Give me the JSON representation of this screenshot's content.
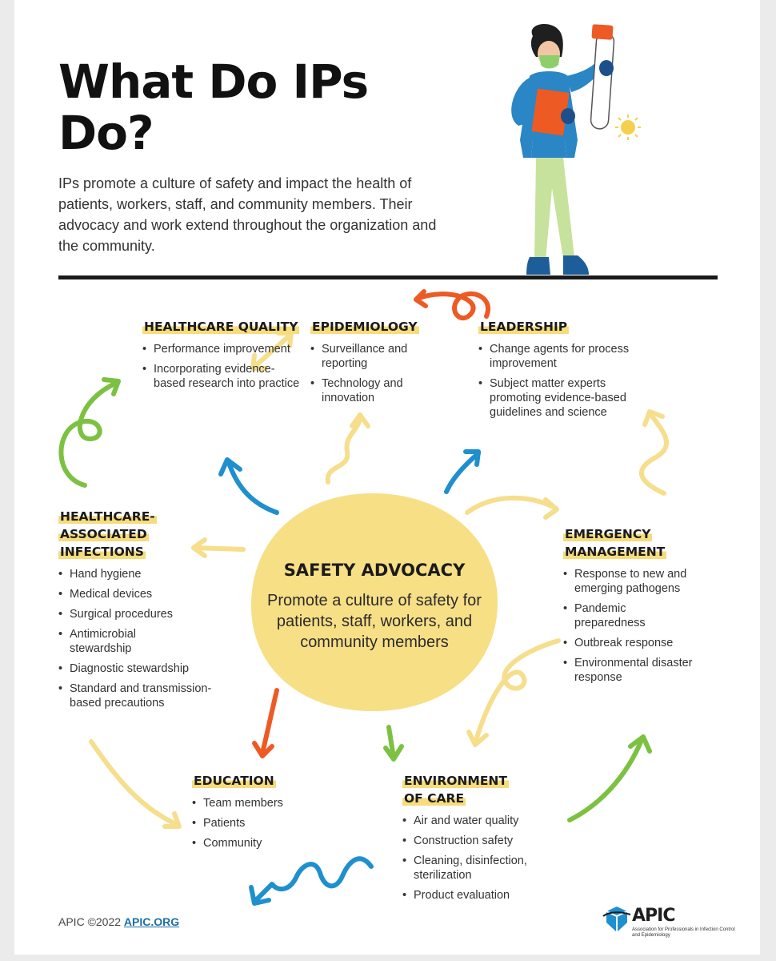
{
  "title": "What Do IPs Do?",
  "intro": "IPs promote a culture of safety and impact the health of patients, workers, staff, and community members. Their advocacy and work extend throughout the organization and the community.",
  "center": {
    "heading": "SAFETY ADVOCACY",
    "text": "Promote a culture of safety for patients, staff, workers, and community members"
  },
  "sections": {
    "healthcare_quality": {
      "heading": "HEALTHCARE QUALITY",
      "items": [
        "Performance improvement",
        "Incorporating evidence-based research into practice"
      ]
    },
    "epidemiology": {
      "heading": "EPIDEMIOLOGY",
      "items": [
        "Surveillance and reporting",
        "Technology and innovation"
      ]
    },
    "leadership": {
      "heading": "LEADERSHIP",
      "items": [
        "Change agents for process improvement",
        "Subject matter experts promoting evidence-based guidelines and science"
      ]
    },
    "hai": {
      "heading": "HEALTHCARE-ASSOCIATED INFECTIONS",
      "items": [
        "Hand hygiene",
        "Medical devices",
        "Surgical procedures",
        "Antimicrobial stewardship",
        "Diagnostic stewardship",
        "Standard and transmission-based precautions"
      ]
    },
    "emergency": {
      "heading": "EMERGENCY MANAGEMENT",
      "items": [
        "Response to new and emerging pathogens",
        "Pandemic preparedness",
        "Outbreak response",
        "Environmental disaster response"
      ]
    },
    "education": {
      "heading": "EDUCATION",
      "items": [
        "Team members",
        "Patients",
        "Community"
      ]
    },
    "environment": {
      "heading": "ENVIRONMENT OF CARE",
      "items": [
        "Air and water quality",
        "Construction safety",
        "Cleaning, disinfection, sterilization",
        "Product evaluation"
      ]
    }
  },
  "footer": {
    "copyright": "APIC ©2022",
    "link": "APIC.ORG",
    "logo_name": "APIC",
    "logo_subtitle": "Association for Professionals in Infection Control and Epidemiology"
  },
  "colors": {
    "highlight": "#f6dc7c",
    "circle": "#f7df86",
    "blue": "#1f8fce",
    "orange": "#ee5a24",
    "green": "#7cc142",
    "yellow": "#f6de8d"
  },
  "icons": [
    "scientist-illustration",
    "sun-icon",
    "apic-logo-icon"
  ]
}
